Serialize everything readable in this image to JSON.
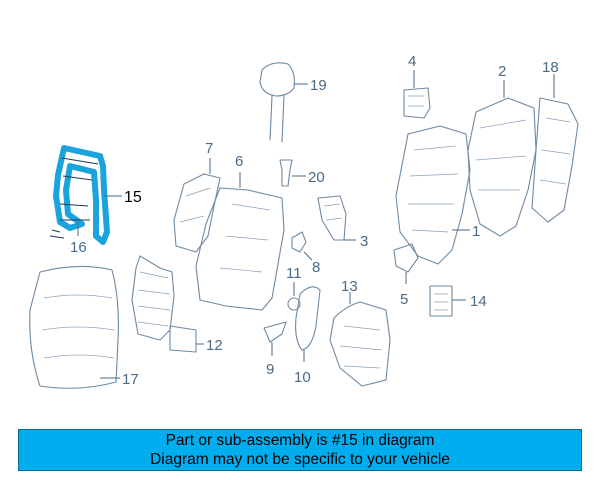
{
  "callouts": {
    "c1": "1",
    "c2": "2",
    "c3": "3",
    "c4": "4",
    "c5": "5",
    "c6": "6",
    "c7": "7",
    "c8": "8",
    "c9": "9",
    "c10": "10",
    "c11": "11",
    "c12": "12",
    "c13": "13",
    "c14": "14",
    "c15": "15",
    "c16": "16",
    "c17": "17",
    "c18": "18",
    "c19": "19",
    "c20": "20"
  },
  "banner": {
    "line1": "Part or sub-assembly is #15 in diagram",
    "line2": "Diagram may not be specific to your vehicle"
  },
  "colors": {
    "highlight": "#1aa3dd",
    "banner": "#00aeef",
    "line_art": "#6f8aa3"
  }
}
